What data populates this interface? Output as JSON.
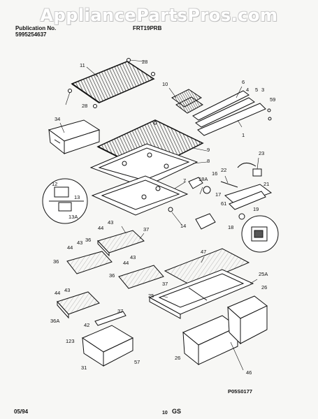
{
  "watermark": "AppliancePartsPros.com",
  "header": {
    "publication_label": "Publication No.",
    "publication_number": "5995254637",
    "model": "FRT19PRB"
  },
  "callouts": [
    "11",
    "28",
    "28",
    "10",
    "6",
    "4",
    "5",
    "3",
    "59",
    "34",
    "1",
    "9",
    "8",
    "23",
    "22",
    "16",
    "18A",
    "21",
    "7",
    "17",
    "12",
    "13",
    "13A",
    "61",
    "19",
    "14",
    "43",
    "44",
    "37",
    "36",
    "18",
    "44",
    "43",
    "36",
    "47",
    "25A",
    "44",
    "43",
    "36",
    "37",
    "44",
    "43",
    "37",
    "26",
    "25",
    "36A",
    "42",
    "123",
    "31",
    "57",
    "26",
    "46"
  ],
  "diagram_code": "P05S0177",
  "footer": {
    "date": "05/94",
    "page": "10",
    "code": "GS"
  }
}
